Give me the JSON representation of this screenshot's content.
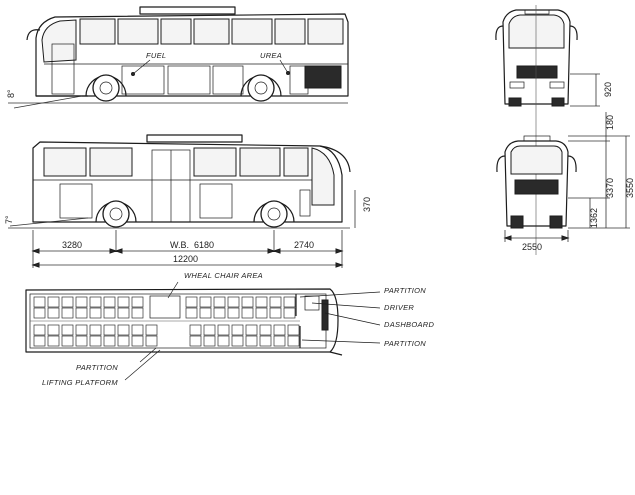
{
  "labels": {
    "fuel": "FUEL",
    "urea": "UREA",
    "wheelchair": "WHEAL CHAIR AREA",
    "partition_top": "PARTITION",
    "driver": "DRIVER",
    "dashboard": "DASHBOARD",
    "partition_right": "PARTITION",
    "partition_bottom": "PARTITION",
    "lifting_platform": "LIFTING PLATFORM"
  },
  "dimensions": {
    "angle_rear_top": "8°",
    "angle_rear_side": "7°",
    "front_overhang": "3280",
    "wheelbase": "W.B.  6180",
    "rear_overhang": "2740",
    "overall_length": "12200",
    "ground_clearance": "370",
    "mirror_height": "920",
    "roof_equipment": "180",
    "body_height": "3370",
    "overall_height": "3550",
    "floor_height": "1362",
    "width": "2550"
  }
}
